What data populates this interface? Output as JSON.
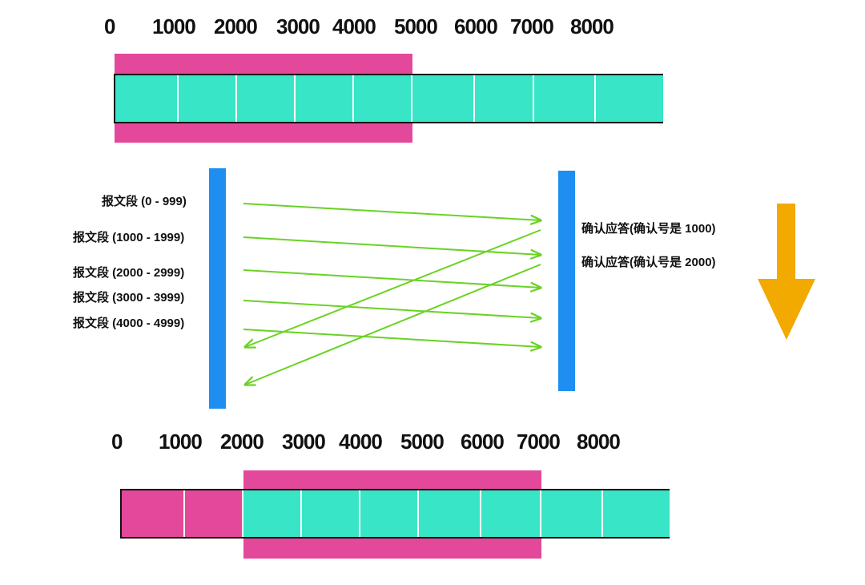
{
  "colors": {
    "pink": "#e4489a",
    "teal": "#38e5c6",
    "blue": "#1e8ff0",
    "arrow_green": "#6ad225",
    "down_arrow": "#f2a900"
  },
  "top_ruler": {
    "ticks": [
      "0",
      "1000",
      "2000",
      "3000",
      "4000",
      "5000",
      "6000",
      "7000",
      "8000"
    ]
  },
  "bottom_ruler": {
    "ticks": [
      "0",
      "1000",
      "2000",
      "3000",
      "4000",
      "5000",
      "6000",
      "7000",
      "8000"
    ]
  },
  "sender_labels": [
    "报文段 (0 - 999)",
    "报文段 (1000 - 1999)",
    "报文段 (2000 - 2999)",
    "报文段 (3000 - 3999)",
    "报文段 (4000 - 4999)"
  ],
  "receiver_labels": [
    "确认应答(确认号是 1000)",
    "确认应答(确认号是 2000)"
  ],
  "icons": {
    "time_arrow": "down-arrow-icon"
  }
}
